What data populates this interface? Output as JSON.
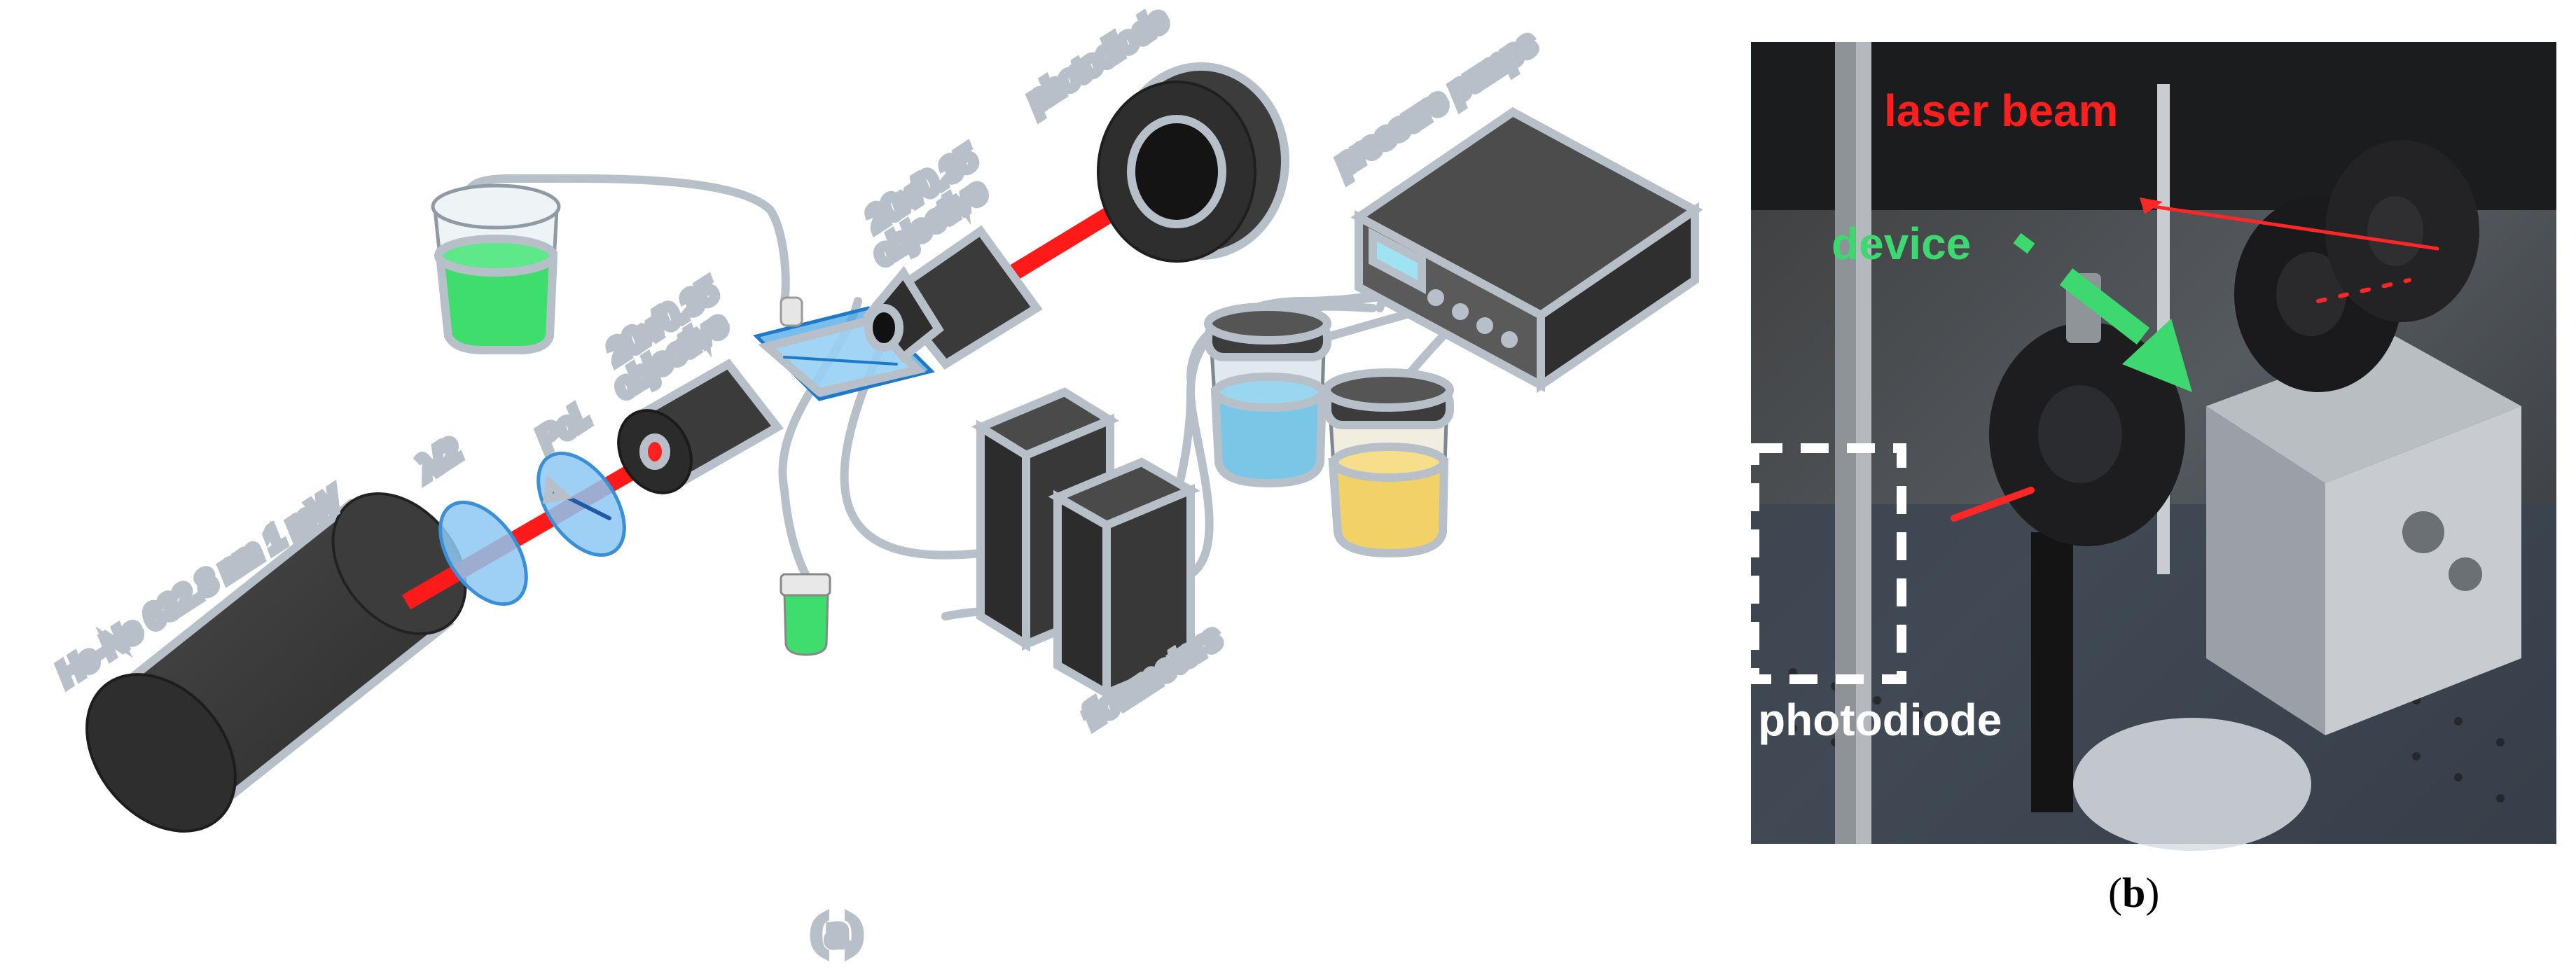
{
  "panel_a": {
    "caption_letter": "a",
    "labels": {
      "laser": "He-Ne 632.8 nm 1 mW",
      "half_wave": "λ/2",
      "polarizer": "Pol.",
      "objective_in_line1": "20x/0.35",
      "objective_in_line2": "objective",
      "objective_out_line1": "20x/0.35",
      "objective_out_line2": "objective",
      "photodiode": "photodiode",
      "pressure_pumps": "pressure pumps",
      "flowmeters": "flowmeters"
    },
    "colors": {
      "laser_beam": "#ff1a1a",
      "dark_body": "#3a3a3a",
      "green_liquid": "#3fdc6e",
      "blue_liquid": "#79c6e6",
      "yellow_liquid": "#f2d266",
      "chip": "#4aa8e8",
      "tubing": "#b7c0c8"
    }
  },
  "panel_b": {
    "caption_letter": "b",
    "labels": {
      "laser_beam": "laser beam",
      "device": "device",
      "photodiode": "photodiode"
    },
    "colors": {
      "laser_beam_label": "#ff1f1f",
      "device_label": "#3dd870",
      "photodiode_label": "#ffffff"
    }
  }
}
